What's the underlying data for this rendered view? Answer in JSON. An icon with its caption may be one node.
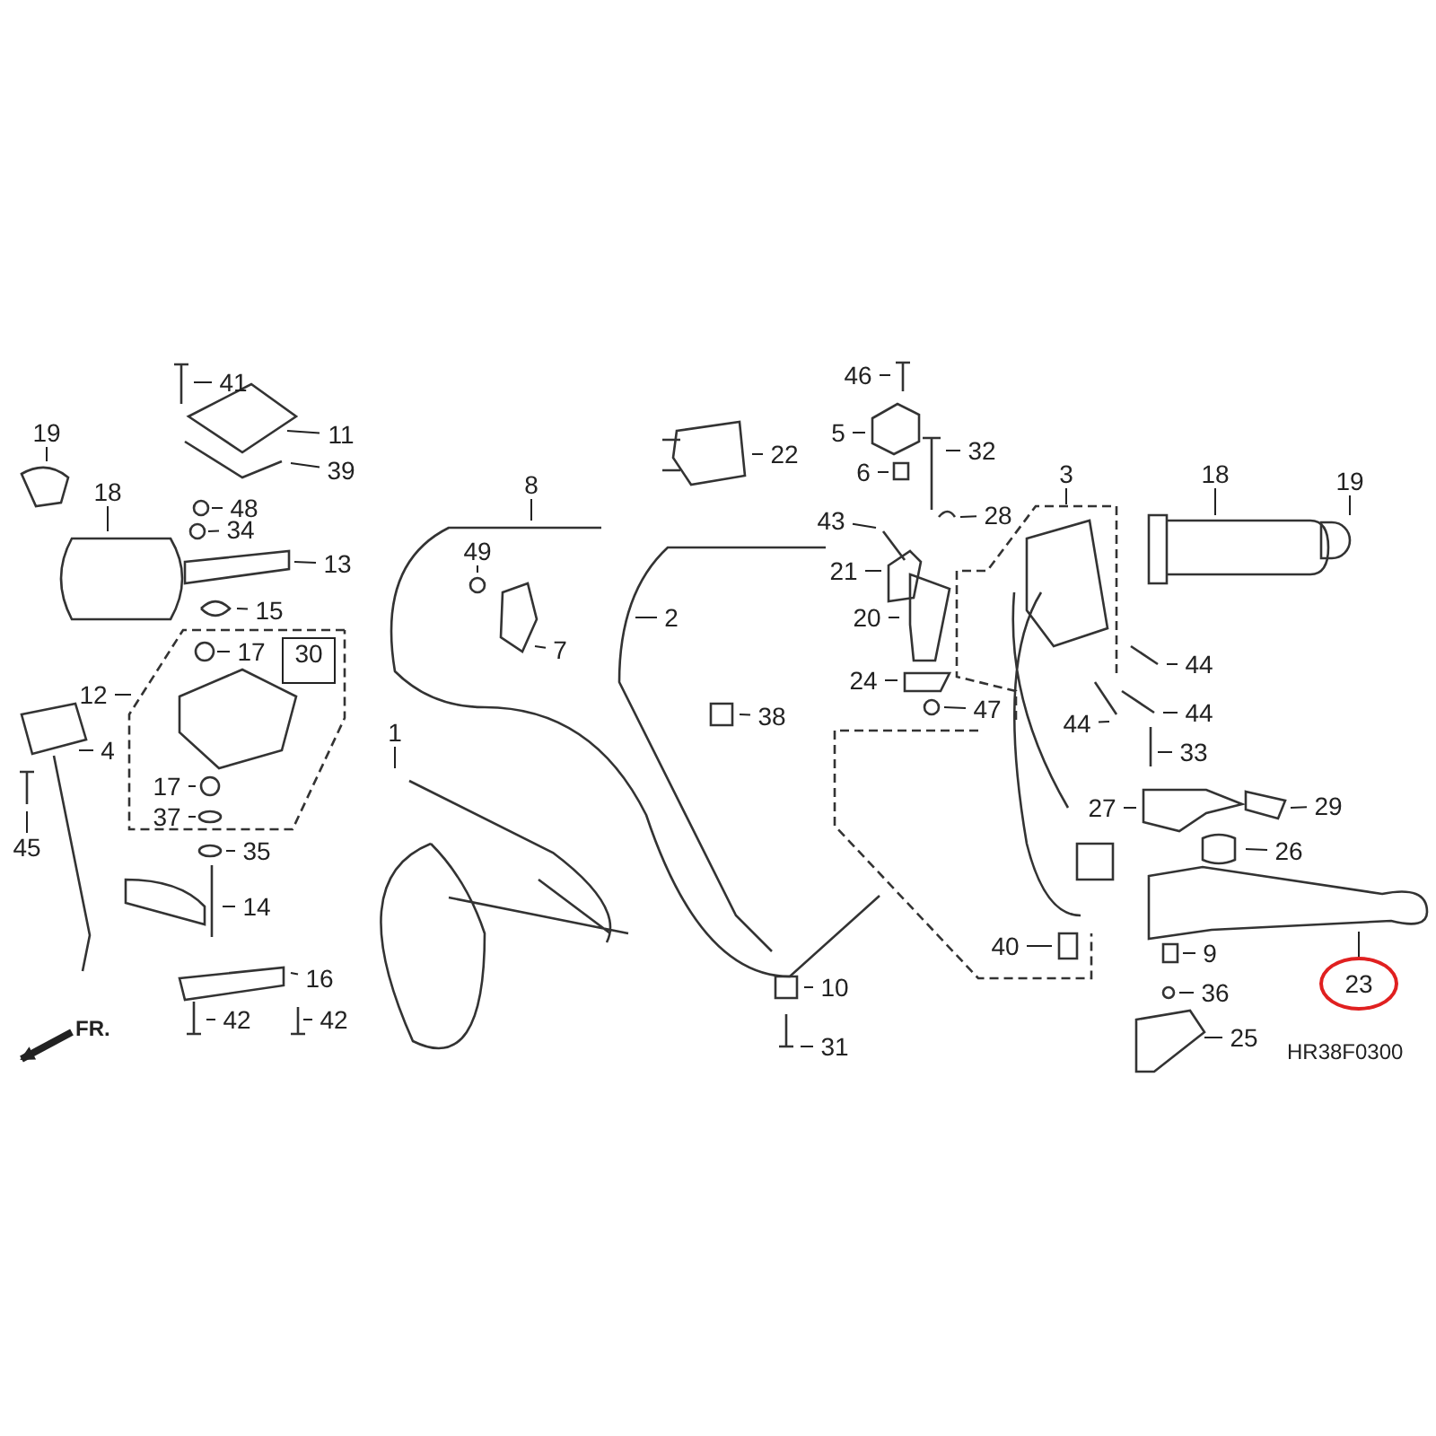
{
  "diagram": {
    "nodes": [
      {
        "text": [
          "41"
        ]
      },
      {
        "text": [
          "11"
        ]
      },
      {
        "text": [
          "39"
        ]
      },
      {
        "text": [
          "48"
        ]
      },
      {
        "text": [
          "34"
        ]
      },
      {
        "text": [
          "13"
        ]
      },
      {
        "text": [
          "15"
        ]
      },
      {
        "text": [
          "17"
        ]
      },
      {
        "text": [
          "30"
        ]
      },
      {
        "text": [
          "12"
        ]
      },
      {
        "text": [
          "4"
        ]
      },
      {
        "text": [
          "45"
        ]
      },
      {
        "text": [
          "17"
        ]
      },
      {
        "text": [
          "37"
        ]
      },
      {
        "text": [
          "35"
        ]
      },
      {
        "text": [
          "14"
        ]
      },
      {
        "text": [
          "16"
        ]
      },
      {
        "text": [
          "42"
        ]
      },
      {
        "text": [
          "42"
        ]
      },
      {
        "text": [
          "19"
        ]
      },
      {
        "text": [
          "18"
        ]
      },
      {
        "text": [
          "8"
        ]
      },
      {
        "text": [
          "49"
        ]
      },
      {
        "text": [
          "7"
        ]
      },
      {
        "text": [
          "2"
        ]
      },
      {
        "text": [
          "1"
        ]
      },
      {
        "text": [
          "22"
        ]
      },
      {
        "text": [
          "38"
        ]
      },
      {
        "text": [
          "10"
        ]
      },
      {
        "text": [
          "31"
        ]
      },
      {
        "text": [
          "46"
        ]
      },
      {
        "text": [
          "5"
        ]
      },
      {
        "text": [
          "32"
        ]
      },
      {
        "text": [
          "6"
        ]
      },
      {
        "text": [
          "43"
        ]
      },
      {
        "text": [
          "28"
        ]
      },
      {
        "text": [
          "3"
        ]
      },
      {
        "text": [
          "21"
        ]
      },
      {
        "text": [
          "20"
        ]
      },
      {
        "text": [
          "24"
        ]
      },
      {
        "text": [
          "47"
        ]
      },
      {
        "text": [
          "40"
        ]
      },
      {
        "text": [
          "18"
        ]
      },
      {
        "text": [
          "19"
        ]
      },
      {
        "text": [
          "44"
        ]
      },
      {
        "text": [
          "44"
        ]
      },
      {
        "text": [
          "44"
        ]
      },
      {
        "text": [
          "33"
        ]
      },
      {
        "text": [
          "27"
        ]
      },
      {
        "text": [
          "29"
        ]
      },
      {
        "text": [
          "26"
        ]
      },
      {
        "text": [
          "9"
        ]
      },
      {
        "text": [
          "36"
        ]
      },
      {
        "text": [
          "25"
        ]
      },
      {
        "text": [
          "23"
        ]
      }
    ],
    "edges": [
      {
        "from": 0,
        "to": null,
        "arrow": "none"
      },
      {
        "from": 1,
        "to": null,
        "arrow": "none"
      },
      {
        "from": 2,
        "to": null,
        "arrow": "none"
      },
      {
        "from": 3,
        "to": null,
        "arrow": "none"
      },
      {
        "from": 4,
        "to": null,
        "arrow": "none"
      },
      {
        "from": 5,
        "to": null,
        "arrow": "none"
      },
      {
        "from": 6,
        "to": null,
        "arrow": "none"
      },
      {
        "from": 7,
        "to": null,
        "arrow": "none"
      },
      {
        "from": 9,
        "to": null,
        "arrow": "none"
      },
      {
        "from": 10,
        "to": null,
        "arrow": "none"
      },
      {
        "from": 11,
        "to": null,
        "arrow": "none"
      },
      {
        "from": 12,
        "to": null,
        "arrow": "none"
      },
      {
        "from": 13,
        "to": null,
        "arrow": "none"
      },
      {
        "from": 14,
        "to": null,
        "arrow": "none"
      },
      {
        "from": 15,
        "to": null,
        "arrow": "none"
      },
      {
        "from": 16,
        "to": null,
        "arrow": "none"
      },
      {
        "from": 17,
        "to": null,
        "arrow": "none"
      },
      {
        "from": 18,
        "to": null,
        "arrow": "none"
      },
      {
        "from": 19,
        "to": null,
        "arrow": "none"
      },
      {
        "from": 20,
        "to": null,
        "arrow": "none"
      },
      {
        "from": 21,
        "to": null,
        "arrow": "none"
      },
      {
        "from": 22,
        "to": null,
        "arrow": "none"
      },
      {
        "from": 23,
        "to": null,
        "arrow": "none"
      },
      {
        "from": 24,
        "to": null,
        "arrow": "none"
      },
      {
        "from": 25,
        "to": null,
        "arrow": "none"
      },
      {
        "from": 26,
        "to": null,
        "arrow": "none"
      },
      {
        "from": 27,
        "to": null,
        "arrow": "none"
      },
      {
        "from": 28,
        "to": null,
        "arrow": "none"
      },
      {
        "from": 29,
        "to": null,
        "arrow": "none"
      },
      {
        "from": 30,
        "to": null,
        "arrow": "none"
      },
      {
        "from": 31,
        "to": null,
        "arrow": "none"
      },
      {
        "from": 32,
        "to": null,
        "arrow": "none"
      },
      {
        "from": 33,
        "to": null,
        "arrow": "none"
      },
      {
        "from": 34,
        "to": null,
        "arrow": "none"
      },
      {
        "from": 35,
        "to": null,
        "arrow": "none"
      },
      {
        "from": 36,
        "to": null,
        "arrow": "none"
      },
      {
        "from": 37,
        "to": null,
        "arrow": "none"
      },
      {
        "from": 38,
        "to": null,
        "arrow": "none"
      },
      {
        "from": 39,
        "to": null,
        "arrow": "none"
      },
      {
        "from": 40,
        "to": null,
        "arrow": "none"
      },
      {
        "from": 41,
        "to": null,
        "arrow": "none"
      },
      {
        "from": 42,
        "to": null,
        "arrow": "none"
      },
      {
        "from": 43,
        "to": null,
        "arrow": "none"
      },
      {
        "from": 44,
        "to": null,
        "arrow": "none"
      },
      {
        "from": 45,
        "to": null,
        "arrow": "none"
      },
      {
        "from": 46,
        "to": null,
        "arrow": "none"
      },
      {
        "from": 47,
        "to": null,
        "arrow": "none"
      },
      {
        "from": 48,
        "to": null,
        "arrow": "none"
      },
      {
        "from": 49,
        "to": null,
        "arrow": "none"
      },
      {
        "from": 50,
        "to": null,
        "arrow": "none"
      },
      {
        "from": 51,
        "to": null,
        "arrow": "none"
      },
      {
        "from": 52,
        "to": null,
        "arrow": "none"
      },
      {
        "from": 53,
        "to": null,
        "arrow": "none"
      },
      {
        "from": 54,
        "to": null,
        "arrow": "none"
      }
    ],
    "labels": [
      "FR.",
      "HR38F0300"
    ]
  }
}
